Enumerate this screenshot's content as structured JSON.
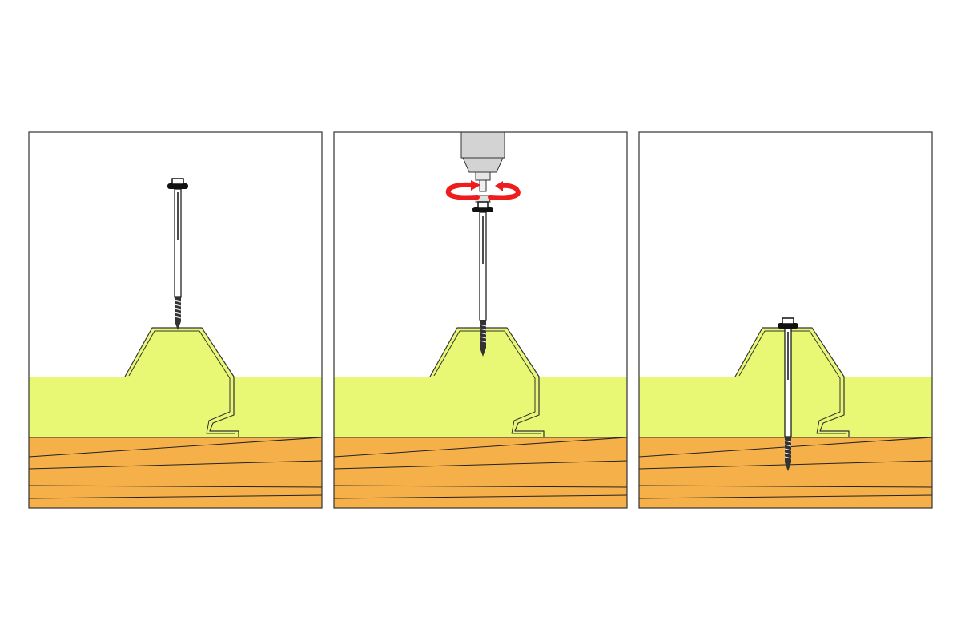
{
  "diagram": {
    "kind": "step-sequence",
    "steps": 3,
    "panels": [
      {
        "step": 1,
        "screw_state": "positioned-above-panel",
        "drill": false,
        "rotation_arrow": false
      },
      {
        "step": 2,
        "screw_state": "being-driven-through-panel",
        "drill": true,
        "rotation_arrow": true
      },
      {
        "step": 3,
        "screw_state": "fully-installed-into-timber",
        "drill": false,
        "rotation_arrow": false
      }
    ]
  },
  "colors": {
    "panel_core": "#E8F774",
    "timber": "#F5B04A",
    "outline": "#333333",
    "drill_body": "#D3D3D3",
    "rotation_arrow": "#EE1C1C",
    "screw_head": "#111111",
    "background": "#FFFFFF"
  },
  "icons": {
    "fastener": "screw-icon",
    "tool": "drill-icon",
    "motion": "rotate-arrow-icon"
  }
}
